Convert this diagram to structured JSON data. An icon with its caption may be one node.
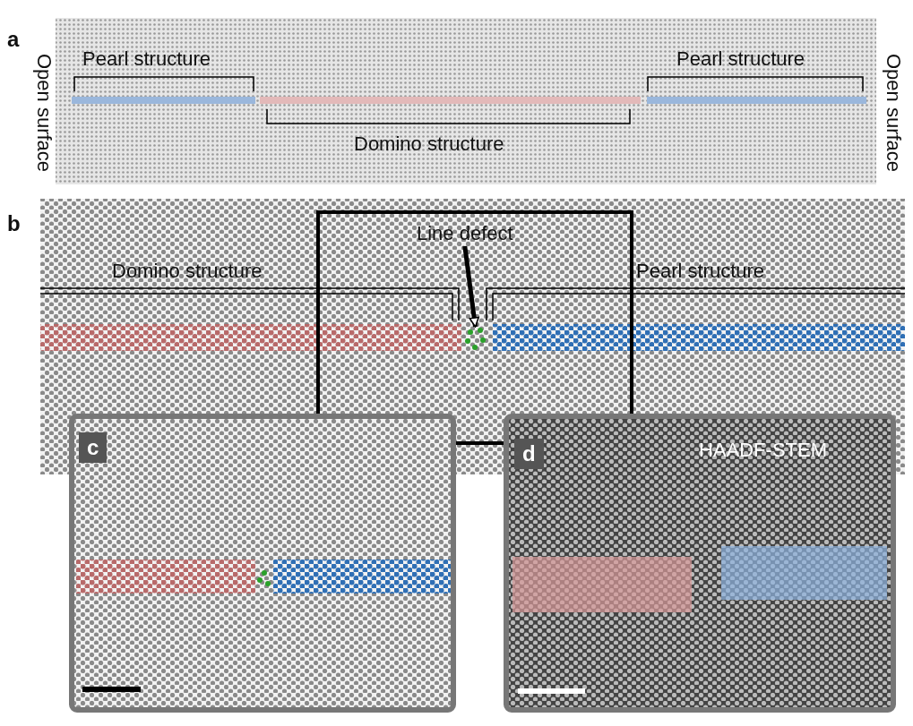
{
  "diagram": {
    "nodes": [
      {
        "text": [
          "Line defect"
        ]
      },
      {
        "text": [],
        "shape": "picture"
      }
    ],
    "edges": [
      {
        "from": 0,
        "to": 1,
        "arrow": "to"
      }
    ],
    "labels": [
      "a",
      "Open surface",
      "Pearl structure",
      "Pearl structure",
      "Open surface",
      "Domino structure",
      "b",
      "Domino structure",
      "Pearl structure",
      "c",
      "d",
      "HAADF-STEM"
    ]
  }
}
